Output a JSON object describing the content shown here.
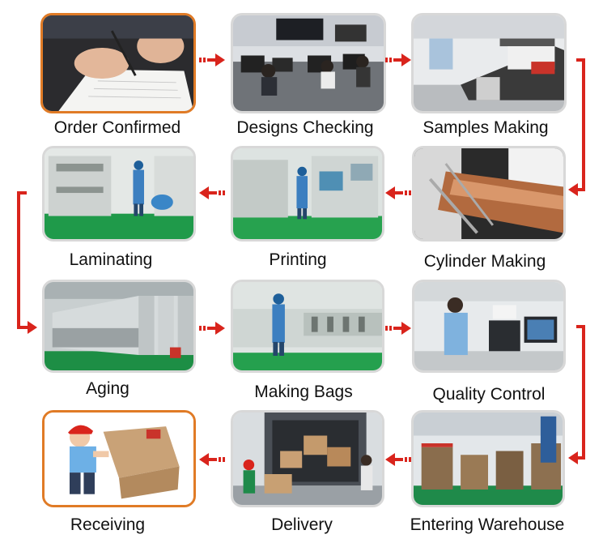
{
  "steps": [
    {
      "label": "Order Confirmed",
      "icon": "signing-contract-photo"
    },
    {
      "label": "Designs Checking",
      "icon": "design-office-photo"
    },
    {
      "label": "Samples Making",
      "icon": "sample-printer-photo"
    },
    {
      "label": "Cylinder Making",
      "icon": "copper-cylinder-photo"
    },
    {
      "label": "Printing",
      "icon": "printing-machine-photo"
    },
    {
      "label": "Laminating",
      "icon": "laminating-machine-photo"
    },
    {
      "label": "Aging",
      "icon": "aging-room-photo"
    },
    {
      "label": "Making Bags",
      "icon": "bag-making-machine-photo"
    },
    {
      "label": "Quality Control",
      "icon": "lab-testing-photo"
    },
    {
      "label": "Entering Warehouse",
      "icon": "warehouse-photo"
    },
    {
      "label": "Delivery",
      "icon": "truck-loading-photo"
    },
    {
      "label": "Receiving",
      "icon": "courier-box-photo"
    }
  ],
  "colors": {
    "arrow": "#d9241c",
    "highlight_border": "#e07b26",
    "border": "#d8d8d8"
  }
}
